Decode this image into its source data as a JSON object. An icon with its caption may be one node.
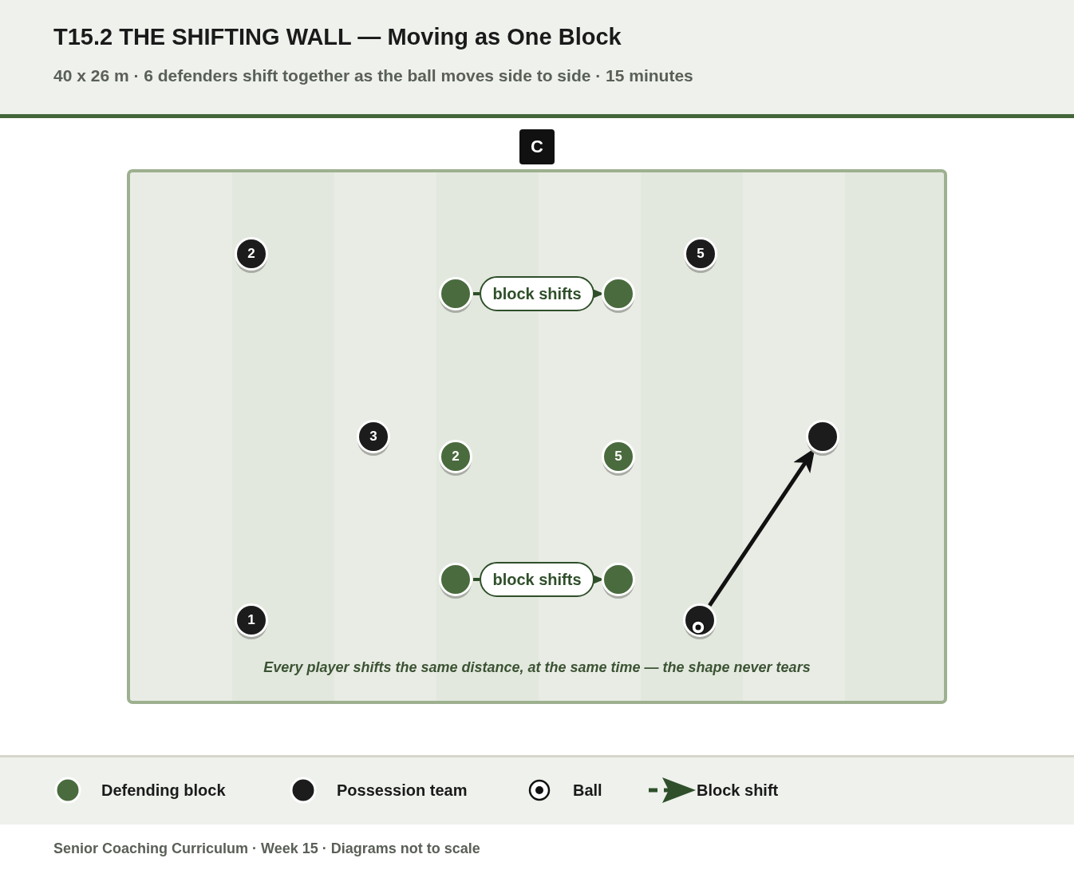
{
  "diagram": {
    "title": "T15.2 THE SHIFTING WALL — Moving as One Block",
    "nodes": [
      {
        "text": [
          "C"
        ]
      },
      {
        "text": [
          "2"
        ]
      },
      {
        "text": [
          "5"
        ]
      },
      {
        "text": [],
        "shape": "circle"
      },
      {
        "text": [],
        "shape": "circle"
      },
      {
        "text": [
          "3"
        ]
      },
      {
        "text": [],
        "shape": "circle"
      },
      {
        "text": [
          "2"
        ]
      },
      {
        "text": [
          "5"
        ]
      },
      {
        "text": [],
        "shape": "circle"
      },
      {
        "text": [],
        "shape": "circle"
      },
      {
        "text": [
          "1"
        ]
      },
      {
        "text": [],
        "shape": "circle"
      }
    ],
    "edges": [
      {
        "from": 3,
        "to": 4,
        "arrow": "to",
        "label": "block shifts",
        "style": "dashed"
      },
      {
        "from": 9,
        "to": 10,
        "arrow": "to",
        "label": "block shifts",
        "style": "dashed"
      },
      {
        "from": 12,
        "to": 6,
        "arrow": "to",
        "color": "#111111"
      }
    ],
    "labels": [
      "40 x 26 m · 6 defenders shift together as the ball moves side to side · 15 minutes",
      "Every player shifts the same distance, at the same time — the shape never tears",
      "Senior Coaching Curriculum · Week 15 · Diagrams not to scale"
    ],
    "legend": [
      {
        "text": "Defending block",
        "color": "#4a6b3e"
      },
      {
        "text": "Possession team",
        "color": "#1c1c1c"
      },
      {
        "text": "Ball"
      },
      {
        "text": "Block shift"
      }
    ]
  }
}
